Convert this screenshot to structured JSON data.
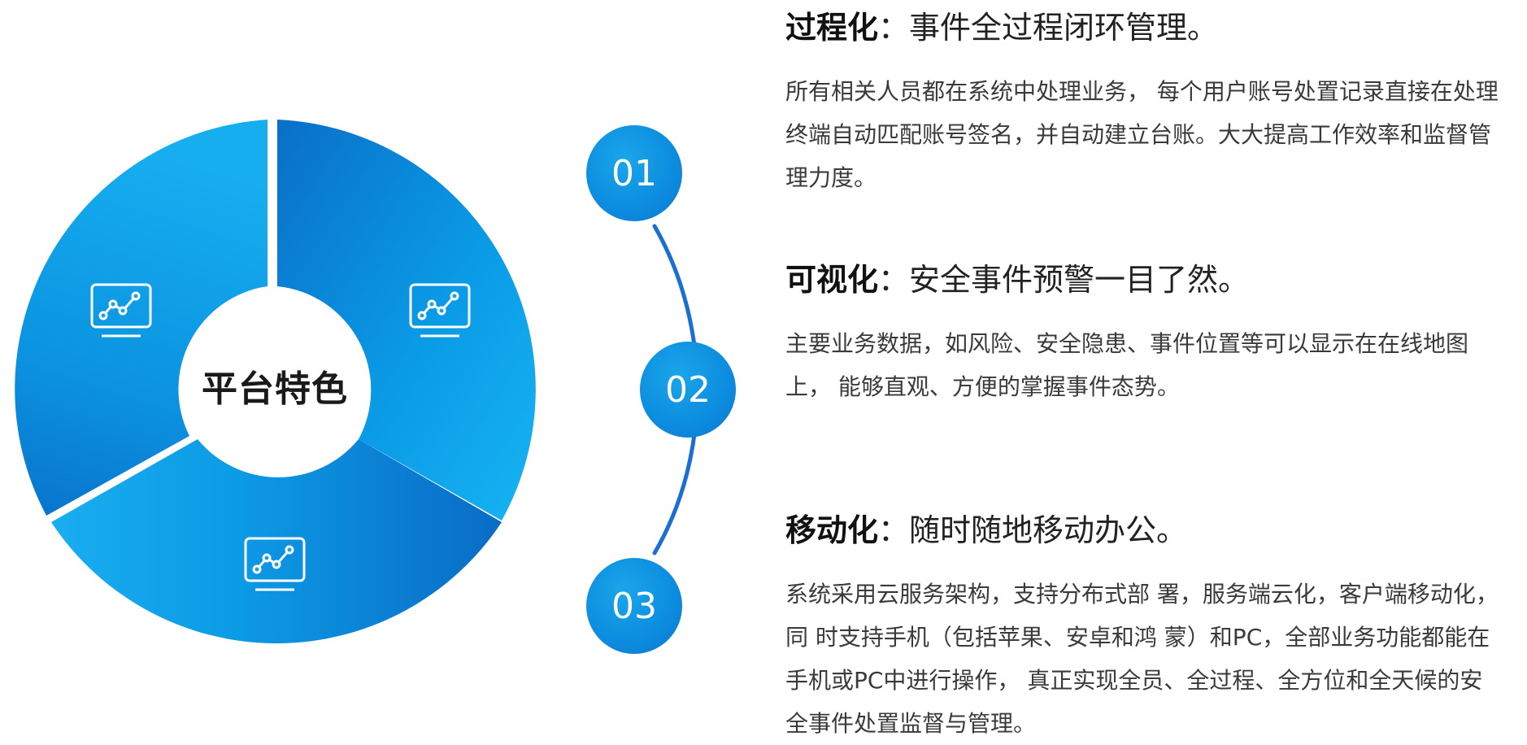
{
  "center_label": "平台特色",
  "steps": [
    "01",
    "02",
    "03"
  ],
  "colors": {
    "primary": "#0b8fe3",
    "light": "#1cb2f2",
    "dark": "#0a6fc9",
    "line": "#1b6fd0"
  },
  "icons": [
    "monitor-chart-icon",
    "monitor-chart-icon",
    "monitor-chart-icon"
  ],
  "sections": [
    {
      "title_bold": "过程化",
      "title_rest": "：事件全过程闭环管理。",
      "desc": "所有相关人员都在系统中处理业务， 每个用户账号处置记录直接在处理终端自动匹配账号签名，并自动建立台账。大大提高工作效率和监督管理力度。"
    },
    {
      "title_bold": "可视化",
      "title_rest": "：安全事件预警一目了然。",
      "desc": "主要业务数据，如风险、安全隐患、事件位置等可以显示在在线地图上， 能够直观、方便的掌握事件态势。"
    },
    {
      "title_bold": "移动化",
      "title_rest": "：随时随地移动办公。",
      "desc": "系统采用云服务架构，支持分布式部 署，服务端云化，客户端移动化，同 时支持手机（包括苹果、安卓和鸿 蒙）和PC，全部业务功能都能在手机或PC中进行操作， 真正实现全员、全过程、全方位和全天候的安全事件处置监督与管理。"
    }
  ]
}
